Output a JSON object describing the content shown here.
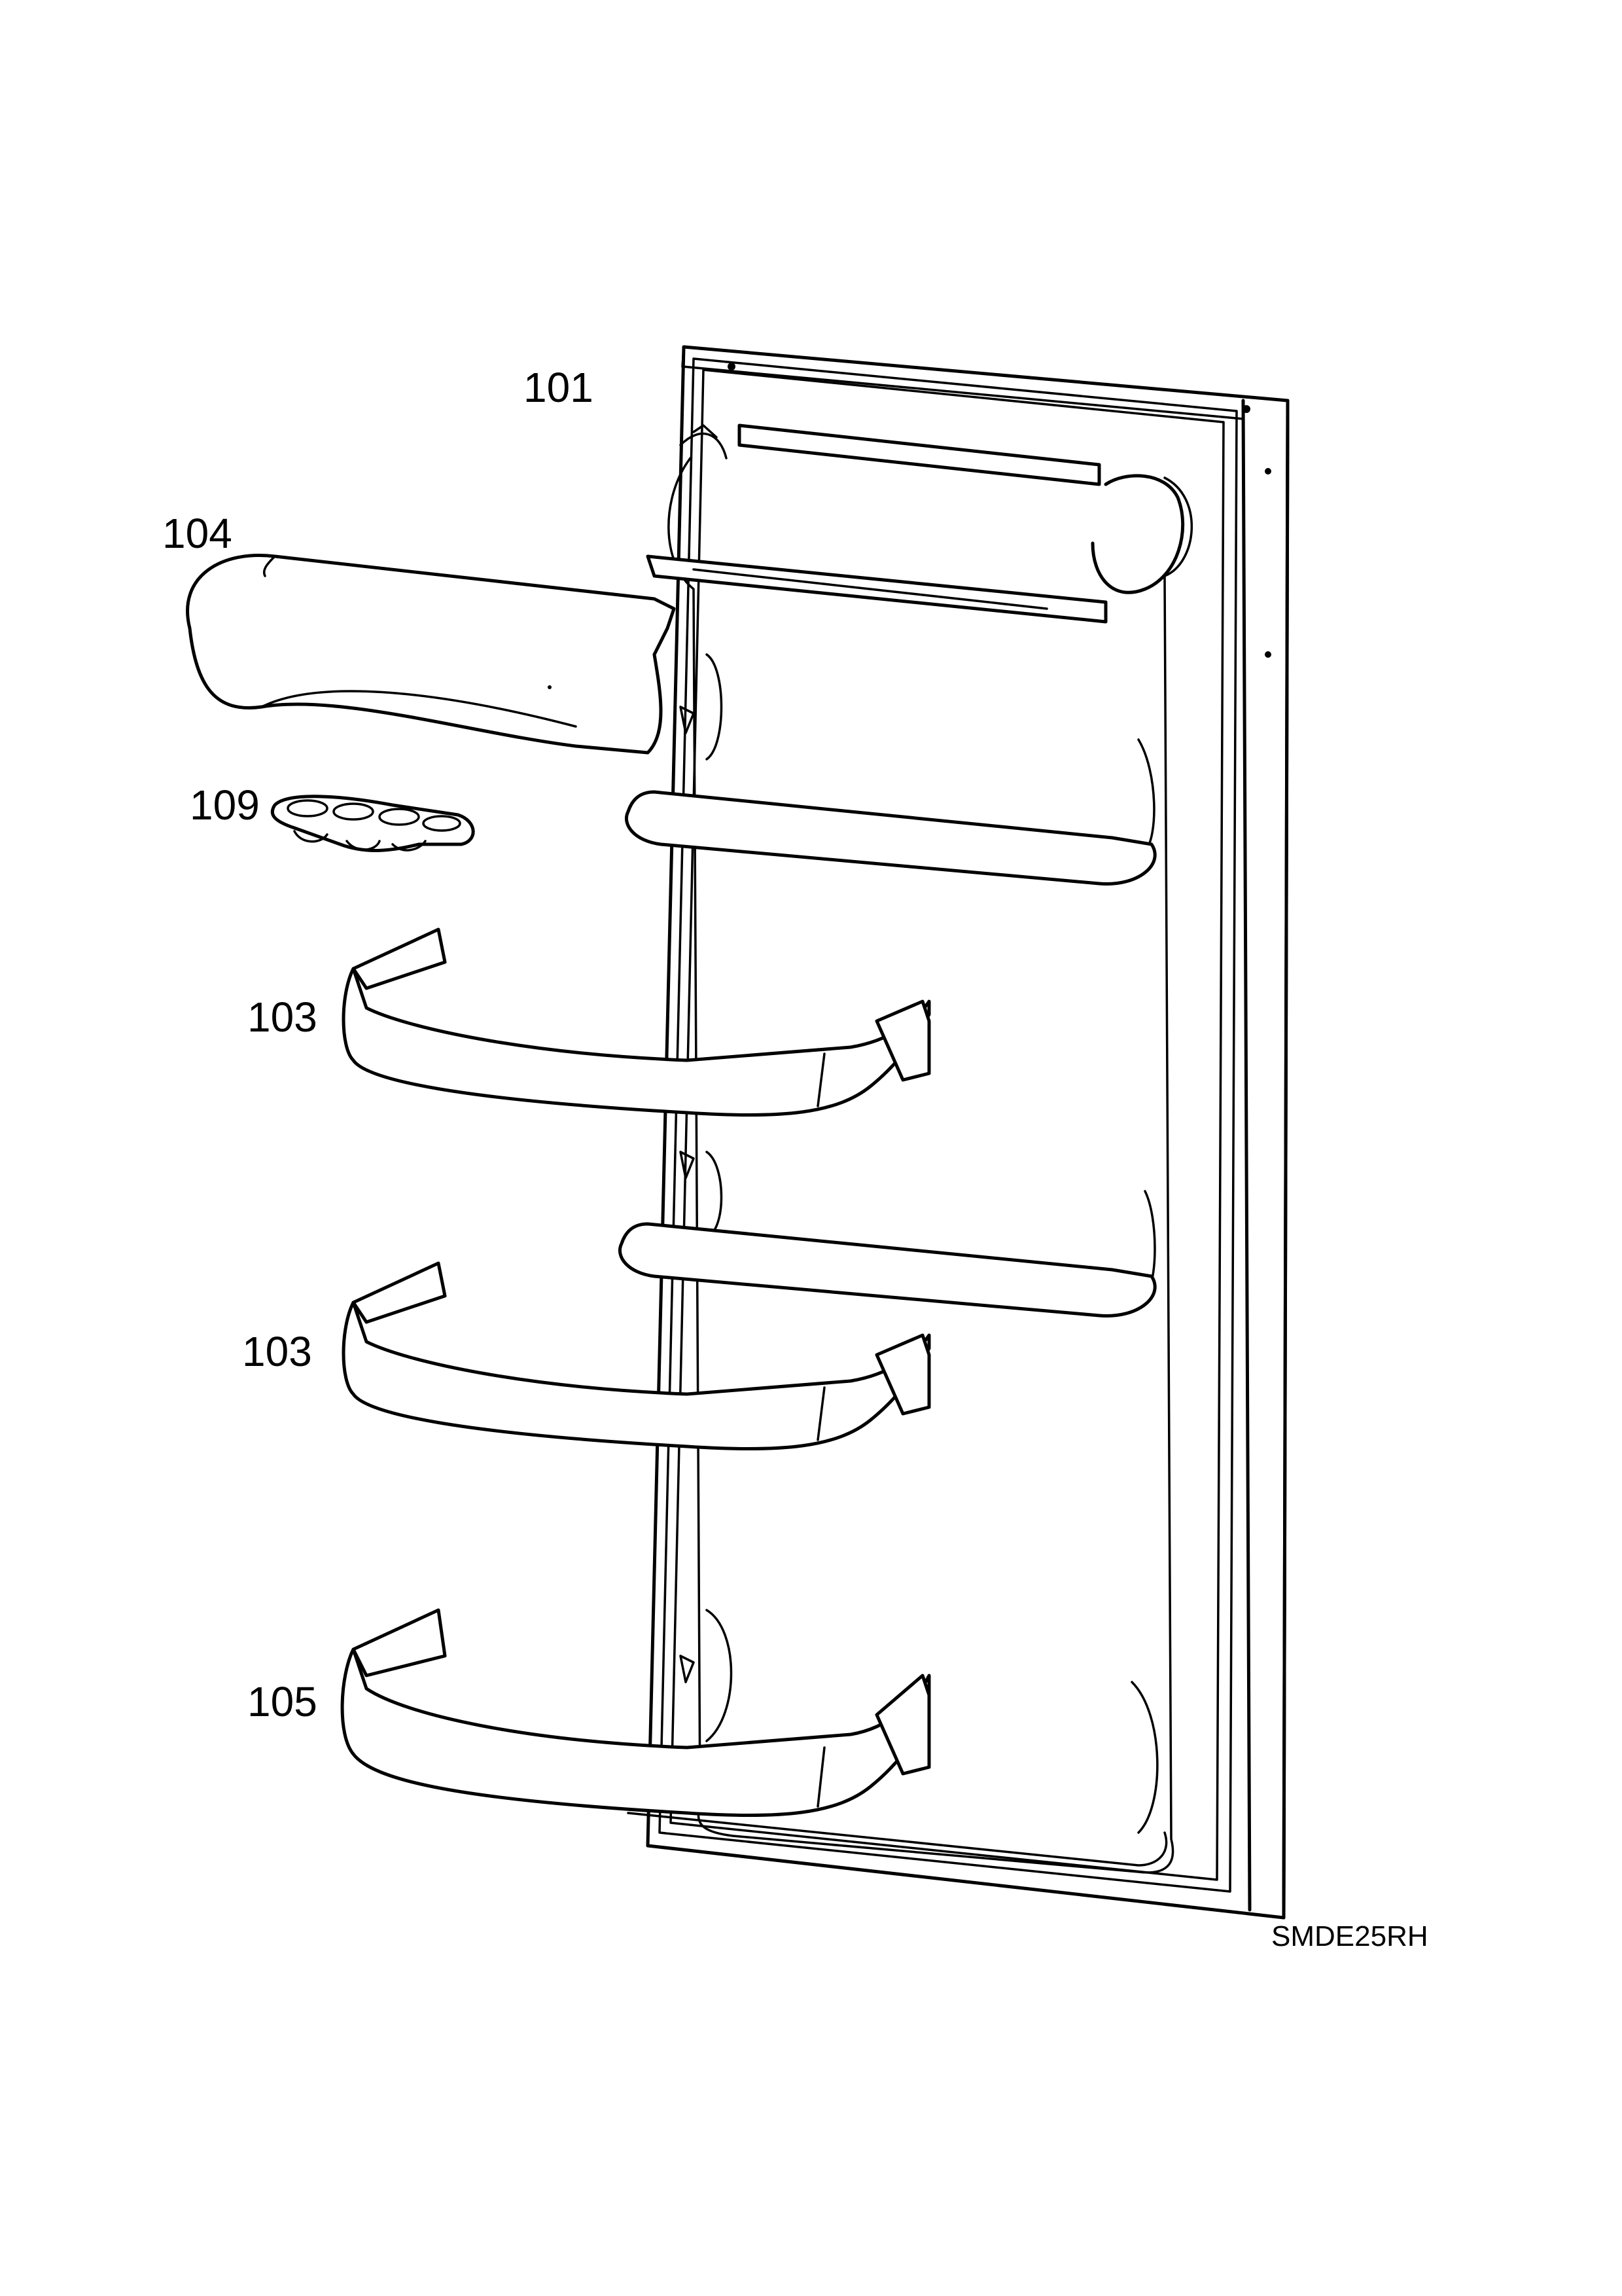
{
  "diagram": {
    "parts": [
      {
        "id": "door",
        "label": "101"
      },
      {
        "id": "butter-compartment",
        "label": "104"
      },
      {
        "id": "egg-tray",
        "label": "109"
      },
      {
        "id": "door-shelf-upper",
        "label": "103"
      },
      {
        "id": "door-shelf-middle",
        "label": "103"
      },
      {
        "id": "bottle-shelf",
        "label": "105"
      }
    ],
    "reference_code": "SMDE25RH"
  }
}
